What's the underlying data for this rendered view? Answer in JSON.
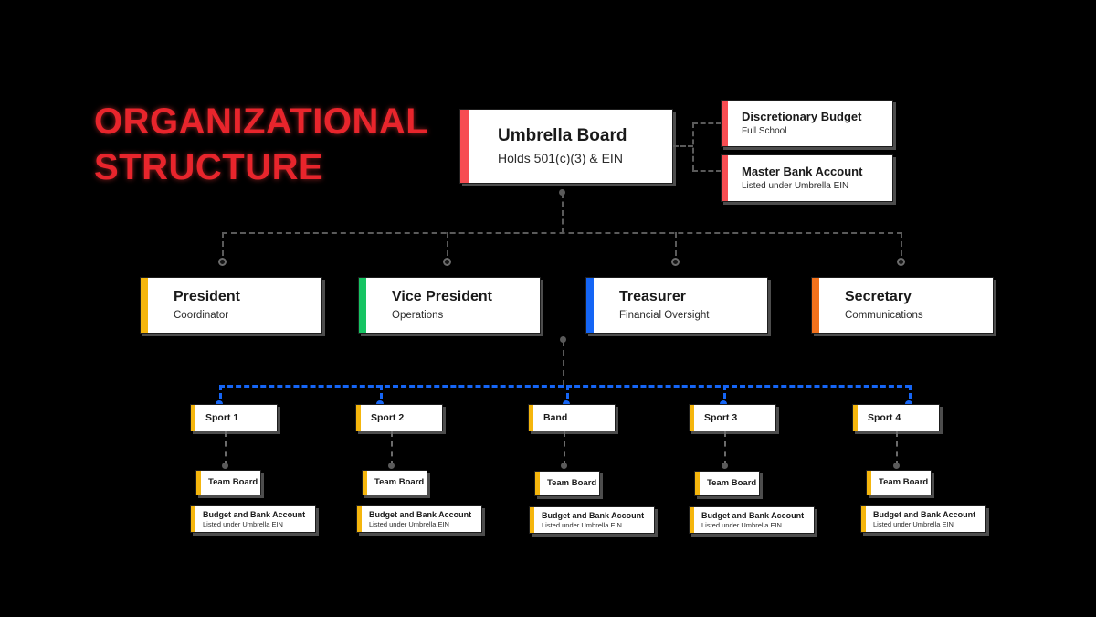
{
  "title": {
    "line1": "ORGANIZATIONAL",
    "line2": "STRUCTURE",
    "color": "#E8252C"
  },
  "root": {
    "name": "Umbrella Board",
    "subtitle": "Holds 501(c)(3) & EIN",
    "accent": "#F74D52"
  },
  "side_nodes": [
    {
      "name": "Discretionary Budget",
      "subtitle": "Full School",
      "accent": "#F74D52"
    },
    {
      "name": "Master Bank Account",
      "subtitle": "Listed under Umbrella EIN",
      "accent": "#F74D52"
    }
  ],
  "officers": [
    {
      "name": "President",
      "subtitle": "Coordinator",
      "accent": "#F5B60D"
    },
    {
      "name": "Vice President",
      "subtitle": "Operations",
      "accent": "#16C463"
    },
    {
      "name": "Treasurer",
      "subtitle": "Financial Oversight",
      "accent": "#1565F5"
    },
    {
      "name": "Secretary",
      "subtitle": "Communications",
      "accent": "#F2711C"
    }
  ],
  "programs": [
    {
      "name": "Sport 1",
      "accent": "#F5B60D",
      "team_board": {
        "name": "Team Board",
        "accent": "#F5B60D"
      },
      "budget": {
        "name": "Budget and Bank Account",
        "subtitle": "Listed under Umbrella EIN",
        "accent": "#F5B60D"
      }
    },
    {
      "name": "Sport 2",
      "accent": "#F5B60D",
      "team_board": {
        "name": "Team Board",
        "accent": "#F5B60D"
      },
      "budget": {
        "name": "Budget and Bank Account",
        "subtitle": "Listed under Umbrella EIN",
        "accent": "#F5B60D"
      }
    },
    {
      "name": "Band",
      "accent": "#F5B60D",
      "team_board": {
        "name": "Team Board",
        "accent": "#F5B60D"
      },
      "budget": {
        "name": "Budget and Bank Account",
        "subtitle": "Listed under Umbrella EIN",
        "accent": "#F5B60D"
      }
    },
    {
      "name": "Sport 3",
      "accent": "#F5B60D",
      "team_board": {
        "name": "Team Board",
        "accent": "#F5B60D"
      },
      "budget": {
        "name": "Budget and Bank Account",
        "subtitle": "Listed under Umbrella EIN",
        "accent": "#F5B60D"
      }
    },
    {
      "name": "Sport 4",
      "accent": "#F5B60D",
      "team_board": {
        "name": "Team Board",
        "accent": "#F5B60D"
      },
      "budget": {
        "name": "Budget and Bank Account",
        "subtitle": "Listed under Umbrella EIN",
        "accent": "#F5B60D"
      }
    }
  ],
  "connectors": {
    "officer_bus_color": "#5a5a5a",
    "program_bus_color": "#1565F5",
    "style": "dashed"
  },
  "canvas": {
    "background": "#000000"
  }
}
